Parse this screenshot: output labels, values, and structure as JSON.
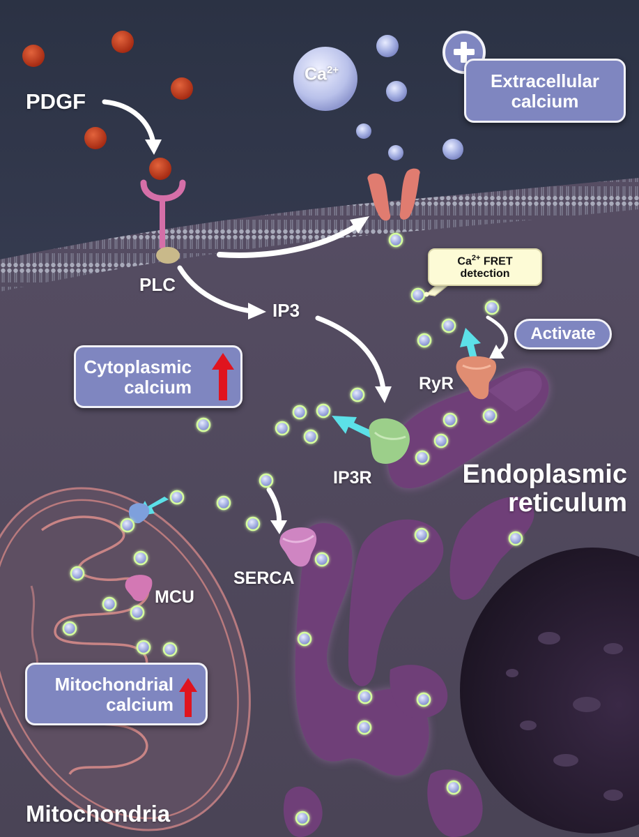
{
  "labels": {
    "pdgf": "PDGF",
    "ca_ion_base": "Ca",
    "ca_ion_sup": "2+",
    "extracellular_line1": "Extracellular",
    "extracellular_line2": "calcium",
    "plc": "PLC",
    "ip3": "IP3",
    "fret_base": "Ca",
    "fret_sup": "2+",
    "fret_line1_rest": " FRET",
    "fret_line2": "detection",
    "activate": "Activate",
    "ryr": "RyR",
    "cytoplasmic_line1": "Cytoplasmic",
    "cytoplasmic_line2": "calcium",
    "ip3r": "IP3R",
    "er_line1": "Endoplasmic",
    "er_line2": "reticulum",
    "serca": "SERCA",
    "mcu": "MCU",
    "mito_calcium_line1": "Mitochondrial",
    "mito_calcium_line2": "calcium",
    "mitochondria": "Mitochondria"
  },
  "colors": {
    "extracellular": "#2e3547",
    "cytoplasm": "#514a5e",
    "er": "#6f3f78",
    "nucleus": "#241b2d",
    "mitochondrion": "#5e4f62",
    "mito_membrane": "#d48a8a",
    "pdgf": "#c33c1d",
    "calcium_ion": "#9da9df",
    "ion_glow": "#d6ff9c",
    "ca_channel": "#e07c70",
    "receptor": "#d56fa8",
    "plc": "#c9b98a",
    "ip3r": "#9ccf8a",
    "ryr": "#e08d72",
    "serca": "#cf85c2",
    "mcu": "#d378b4",
    "flux_arrow": "#5ce0e8",
    "increase_arrow": "#e0141e",
    "label_box": "#7f86c0"
  },
  "icons": {
    "plus": "plus-icon",
    "increase": "up-arrow-icon"
  }
}
